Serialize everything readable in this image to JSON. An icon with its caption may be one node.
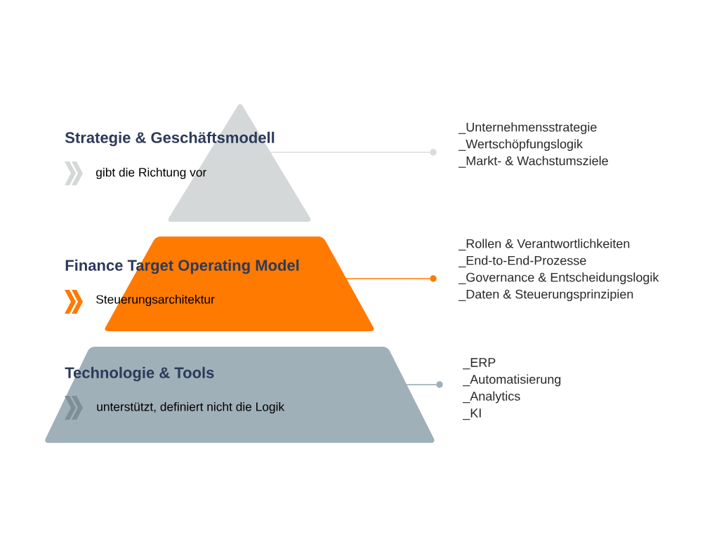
{
  "diagram": {
    "nodes": [
      {
        "text": [
          "Strategie & Geschäftsmodell",
          "gibt die Richtung vor"
        ]
      },
      {
        "text": [
          "Finance Target Operating Model",
          "Steuerungsarchitektur"
        ]
      },
      {
        "text": [
          "Technologie & Tools",
          "unterstützt, definiert nicht die Logik"
        ]
      },
      {
        "text": [
          "_Unternehmensstrategie",
          "_Wertschöpfungslogik",
          "_Markt- & Wachstumsziele"
        ]
      },
      {
        "text": [
          "_Rollen & Verantwortlichkeiten",
          "_End-to-End-Prozesse",
          "_Governance & Entscheidungslogik",
          "_Daten & Steuerungsprinzipien"
        ]
      },
      {
        "text": [
          "_ERP",
          "_Automatisierung",
          "_Analytics",
          "_KI"
        ]
      },
      {
        "text": [],
        "shape": "circle"
      },
      {
        "text": [],
        "shape": "circle"
      },
      {
        "text": [],
        "shape": "circle"
      }
    ],
    "edges": [
      {
        "from": 0,
        "to": 6,
        "arrow": "none",
        "color": "#d9dbdc"
      },
      {
        "from": 1,
        "to": 7,
        "arrow": "none",
        "color": "#ff7a00"
      },
      {
        "from": 2,
        "to": 8,
        "arrow": "none",
        "color": "#9fb0ba"
      }
    ]
  }
}
